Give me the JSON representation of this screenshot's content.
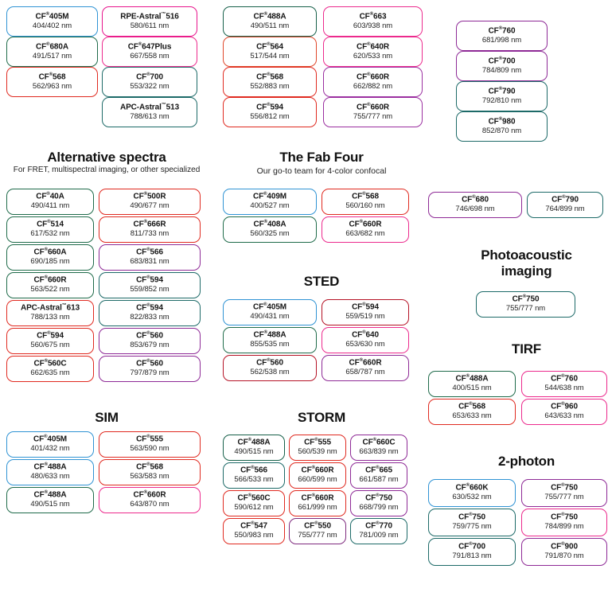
{
  "page": {
    "title": "Fluorescent dye selection guide",
    "background": "#ffffff"
  },
  "colors": {
    "blue": "#2f93d4",
    "green": "#1f6b4a",
    "dark_green": "#17604a",
    "teal": "#1d6a68",
    "red": "#e02a20",
    "orange_red": "#e0472a",
    "dark_red": "#b51225",
    "magenta": "#e8148c",
    "pink": "#ec2a8d",
    "purple": "#8e2a96",
    "violet": "#9b2fa0",
    "plum": "#7e2a7e"
  },
  "sections": [
    {
      "id": "top-unlabeled",
      "title": "",
      "subtitle": "",
      "groups": [
        {
          "id": "top-col-1",
          "items": [
            {
              "name": "CF",
              "reg": "®",
              "suffix": "405M",
              "spec": "404/402 nm",
              "color": "blue"
            },
            {
              "name": "CF",
              "reg": "®",
              "suffix": "680A",
              "spec": "491/517 nm",
              "color": "green"
            },
            {
              "name": "CF",
              "reg": "®",
              "suffix": "568",
              "spec": "562/963 nm",
              "color": "red"
            }
          ]
        },
        {
          "id": "top-col-2",
          "items": [
            {
              "name": "RPE-Astral",
              "reg": "",
              "tm": "™",
              "suffix": "516",
              "spec": "580/611 nm",
              "color": "magenta"
            },
            {
              "name": "CF",
              "reg": "®",
              "suffix": "647Plus",
              "spec": "667/558 nm",
              "color": "pink"
            },
            {
              "name": "CF",
              "reg": "®",
              "suffix": "700",
              "spec": "553/322 nm",
              "color": "teal"
            },
            {
              "name": "APC-Astral",
              "reg": "",
              "tm": "™",
              "suffix": "513",
              "spec": "788/613 nm",
              "color": "teal"
            }
          ]
        },
        {
          "id": "top-col-3",
          "items": [
            {
              "name": "CF",
              "reg": "®",
              "suffix": "488A",
              "spec": "490/511 nm",
              "color": "dark_green"
            },
            {
              "name": "CF",
              "reg": "®",
              "suffix": "564",
              "spec": "517/544 nm",
              "color": "orange_red"
            },
            {
              "name": "CF",
              "reg": "®",
              "suffix": "568",
              "spec": "552/883 nm",
              "color": "red"
            },
            {
              "name": "CF",
              "reg": "®",
              "suffix": "594",
              "spec": "556/812 nm",
              "color": "red"
            }
          ]
        },
        {
          "id": "top-col-4",
          "items": [
            {
              "name": "CF",
              "reg": "®",
              "suffix": "663",
              "spec": "603/938 nm",
              "color": "pink"
            },
            {
              "name": "CF",
              "reg": "®",
              "suffix": "640R",
              "spec": "620/533 nm",
              "color": "pink"
            },
            {
              "name": "CF",
              "reg": "®",
              "suffix": "660R",
              "spec": "662/882 nm",
              "color": "violet"
            },
            {
              "name": "CF",
              "reg": "®",
              "suffix": "660R",
              "spec": "755/777 nm",
              "color": "violet"
            }
          ]
        },
        {
          "id": "top-col-5",
          "items": [
            {
              "name": "CF",
              "reg": "®",
              "suffix": "760",
              "spec": "681/998 nm",
              "color": "purple"
            },
            {
              "name": "CF",
              "reg": "®",
              "suffix": "700",
              "spec": "784/809 nm",
              "color": "purple"
            },
            {
              "name": "CF",
              "reg": "®",
              "suffix": "790",
              "spec": "792/810 nm",
              "color": "teal"
            },
            {
              "name": "CF",
              "reg": "®",
              "suffix": "980",
              "spec": "852/870 nm",
              "color": "teal"
            }
          ]
        }
      ]
    },
    {
      "id": "alternative-spectra",
      "title": "Alternative spectra",
      "subtitle": "For FRET, multispectral imaging, or other specialized",
      "groups": [
        {
          "id": "alt-col-1",
          "items": [
            {
              "name": "CF",
              "reg": "®",
              "suffix": "40A",
              "spec": "490/411 nm",
              "color": "green"
            },
            {
              "name": "CF",
              "reg": "®",
              "suffix": "514",
              "spec": "617/532 nm",
              "color": "green"
            },
            {
              "name": "CF",
              "reg": "®",
              "suffix": "660A",
              "spec": "690/185 nm",
              "color": "green"
            },
            {
              "name": "CF",
              "reg": "®",
              "suffix": "660R",
              "spec": "563/522 nm",
              "color": "green"
            },
            {
              "name": "APC-Astral",
              "reg": "",
              "tm": "™",
              "suffix": "613",
              "spec": "788/133 nm",
              "color": "red"
            },
            {
              "name": "CF",
              "reg": "®",
              "suffix": "594",
              "spec": "560/675 nm",
              "color": "red"
            },
            {
              "name": "CF",
              "reg": "®",
              "suffix": "560C",
              "spec": "662/635 nm",
              "color": "red"
            }
          ]
        },
        {
          "id": "alt-col-2",
          "items": [
            {
              "name": "CF",
              "reg": "®",
              "suffix": "500R",
              "spec": "490/677 nm",
              "color": "red"
            },
            {
              "name": "CF",
              "reg": "®",
              "suffix": "666R",
              "spec": "811/733 nm",
              "color": "red"
            },
            {
              "name": "CF",
              "reg": "®",
              "suffix": "566",
              "spec": "683/831 nm",
              "color": "purple"
            },
            {
              "name": "CF",
              "reg": "®",
              "suffix": "594",
              "spec": "559/852 nm",
              "color": "teal"
            },
            {
              "name": "CF",
              "reg": "®",
              "suffix": "594",
              "spec": "822/833 nm",
              "color": "teal"
            },
            {
              "name": "CF",
              "reg": "®",
              "suffix": "560",
              "spec": "853/679 nm",
              "color": "purple"
            },
            {
              "name": "CF",
              "reg": "®",
              "suffix": "560",
              "spec": "797/879 nm",
              "color": "purple"
            }
          ]
        }
      ]
    },
    {
      "id": "fab-four",
      "title": "The Fab Four",
      "subtitle": "Our go-to team for 4-color confocal",
      "groups": [
        {
          "id": "fab-col-1",
          "items": [
            {
              "name": "CF",
              "reg": "®",
              "suffix": "409M",
              "spec": "400/527 nm",
              "color": "blue"
            },
            {
              "name": "CF",
              "reg": "®",
              "suffix": "408A",
              "spec": "560/325 nm",
              "color": "green"
            }
          ]
        },
        {
          "id": "fab-col-2",
          "items": [
            {
              "name": "CF",
              "reg": "®",
              "suffix": "568",
              "spec": "560/160 nm",
              "color": "red"
            },
            {
              "name": "CF",
              "reg": "®",
              "suffix": "660R",
              "spec": "663/682 nm",
              "color": "pink"
            }
          ]
        }
      ]
    },
    {
      "id": "sted",
      "title": "STED",
      "subtitle": "",
      "groups": [
        {
          "id": "sted-col-1",
          "items": [
            {
              "name": "CF",
              "reg": "®",
              "suffix": "405M",
              "spec": "490/431 nm",
              "color": "blue"
            },
            {
              "name": "CF",
              "reg": "®",
              "suffix": "488A",
              "spec": "855/535 nm",
              "color": "green"
            },
            {
              "name": "CF",
              "reg": "®",
              "suffix": "560",
              "spec": "562/538 nm",
              "color": "dark_red"
            }
          ]
        },
        {
          "id": "sted-col-2",
          "items": [
            {
              "name": "CF",
              "reg": "®",
              "suffix": "594",
              "spec": "559/519 nm",
              "color": "dark_red"
            },
            {
              "name": "CF",
              "reg": "®",
              "suffix": "640",
              "spec": "653/630 nm",
              "color": "pink"
            },
            {
              "name": "CF",
              "reg": "®",
              "suffix": "660R",
              "spec": "658/787 nm",
              "color": "purple"
            }
          ]
        }
      ]
    },
    {
      "id": "sim",
      "title": "SIM",
      "subtitle": "",
      "groups": [
        {
          "id": "sim-col-1",
          "items": [
            {
              "name": "CF",
              "reg": "®",
              "suffix": "405M",
              "spec": "401/432 nm",
              "color": "blue"
            },
            {
              "name": "CF",
              "reg": "®",
              "suffix": "488A",
              "spec": "480/633 nm",
              "color": "blue"
            },
            {
              "name": "CF",
              "reg": "®",
              "suffix": "488A",
              "spec": "490/515 nm",
              "color": "green"
            }
          ]
        },
        {
          "id": "sim-col-2",
          "items": [
            {
              "name": "CF",
              "reg": "®",
              "suffix": "555",
              "spec": "563/590 nm",
              "color": "red"
            },
            {
              "name": "CF",
              "reg": "®",
              "suffix": "568",
              "spec": "563/583 nm",
              "color": "red"
            },
            {
              "name": "CF",
              "reg": "®",
              "suffix": "660R",
              "spec": "643/870 nm",
              "color": "pink"
            }
          ]
        }
      ]
    },
    {
      "id": "storm",
      "title": "STORM",
      "subtitle": "",
      "groups": [
        {
          "id": "storm-col-1",
          "items": [
            {
              "name": "CF",
              "reg": "®",
              "suffix": "488A",
              "spec": "490/515 nm",
              "color": "dark_green"
            },
            {
              "name": "CF",
              "reg": "®",
              "suffix": "566",
              "spec": "566/533 nm",
              "color": "teal"
            },
            {
              "name": "CF",
              "reg": "®",
              "suffix": "560C",
              "spec": "590/612 nm",
              "color": "red"
            },
            {
              "name": "CF",
              "reg": "®",
              "suffix": "547",
              "spec": "550/983 nm",
              "color": "red"
            }
          ]
        },
        {
          "id": "storm-col-2",
          "items": [
            {
              "name": "CF",
              "reg": "®",
              "suffix": "555",
              "spec": "560/539 nm",
              "color": "red"
            },
            {
              "name": "CF",
              "reg": "®",
              "suffix": "660R",
              "spec": "660/599 nm",
              "color": "red"
            },
            {
              "name": "CF",
              "reg": "®",
              "suffix": "660R",
              "spec": "661/999 nm",
              "color": "red"
            },
            {
              "name": "CF",
              "reg": "®",
              "suffix": "550",
              "spec": "755/777 nm",
              "color": "plum"
            }
          ]
        },
        {
          "id": "storm-col-3",
          "items": [
            {
              "name": "CF",
              "reg": "®",
              "suffix": "660C",
              "spec": "663/839 nm",
              "color": "purple"
            },
            {
              "name": "CF",
              "reg": "®",
              "suffix": "665",
              "spec": "661/587 nm",
              "color": "purple"
            },
            {
              "name": "CF",
              "reg": "®",
              "suffix": "750",
              "spec": "668/799 nm",
              "color": "purple"
            },
            {
              "name": "CF",
              "reg": "®",
              "suffix": "770",
              "spec": "781/009 nm",
              "color": "teal"
            }
          ]
        }
      ]
    },
    {
      "id": "right-pair",
      "title": "",
      "subtitle": "",
      "groups": [
        {
          "id": "right-pair-col-1",
          "items": [
            {
              "name": "CF",
              "reg": "®",
              "suffix": "680",
              "spec": "746/698 nm",
              "color": "purple"
            }
          ]
        },
        {
          "id": "right-pair-col-2",
          "items": [
            {
              "name": "CF",
              "reg": "®",
              "suffix": "790",
              "spec": "764/899 nm",
              "color": "teal"
            }
          ]
        }
      ]
    },
    {
      "id": "photoacoustic",
      "title": "Photoacoustic imaging",
      "subtitle": "",
      "groups": [
        {
          "id": "pa-col-1",
          "items": [
            {
              "name": "CF",
              "reg": "®",
              "suffix": "750",
              "spec": "755/777 nm",
              "color": "teal"
            }
          ]
        }
      ]
    },
    {
      "id": "tirf",
      "title": "TIRF",
      "subtitle": "",
      "groups": [
        {
          "id": "tirf-col-1",
          "items": [
            {
              "name": "CF",
              "reg": "®",
              "suffix": "488A",
              "spec": "400/515 nm",
              "color": "green"
            },
            {
              "name": "CF",
              "reg": "®",
              "suffix": "568",
              "spec": "653/633 nm",
              "color": "red"
            }
          ]
        },
        {
          "id": "tirf-col-2",
          "items": [
            {
              "name": "CF",
              "reg": "®",
              "suffix": "760",
              "spec": "544/638 nm",
              "color": "pink"
            },
            {
              "name": "CF",
              "reg": "®",
              "suffix": "960",
              "spec": "643/633 nm",
              "color": "pink"
            }
          ]
        }
      ]
    },
    {
      "id": "two-photon",
      "title": "2-photon",
      "subtitle": "",
      "groups": [
        {
          "id": "2p-col-1",
          "items": [
            {
              "name": "CF",
              "reg": "®",
              "suffix": "660K",
              "spec": "630/532 nm",
              "color": "blue"
            },
            {
              "name": "CF",
              "reg": "®",
              "suffix": "750",
              "spec": "759/775 nm",
              "color": "teal"
            },
            {
              "name": "CF",
              "reg": "®",
              "suffix": "700",
              "spec": "791/813 nm",
              "color": "teal"
            }
          ]
        },
        {
          "id": "2p-col-2",
          "items": [
            {
              "name": "CF",
              "reg": "®",
              "suffix": "750",
              "spec": "755/777 nm",
              "color": "purple"
            },
            {
              "name": "CF",
              "reg": "®",
              "suffix": "750",
              "spec": "784/899 nm",
              "color": "pink"
            },
            {
              "name": "CF",
              "reg": "®",
              "suffix": "900",
              "spec": "791/870 nm",
              "color": "purple"
            }
          ]
        }
      ]
    }
  ],
  "headings": {
    "alternative_spectra": "Alternative spectra",
    "alternative_spectra_sub": "For FRET, multispectral imaging, or other specialized",
    "fab_four": "The Fab Four",
    "fab_four_sub": "Our go-to team for 4-color confocal",
    "sted": "STED",
    "sim": "SIM",
    "storm": "STORM",
    "photoacoustic": "Photoacoustic imaging",
    "tirf": "TIRF",
    "two_photon": "2-photon"
  }
}
